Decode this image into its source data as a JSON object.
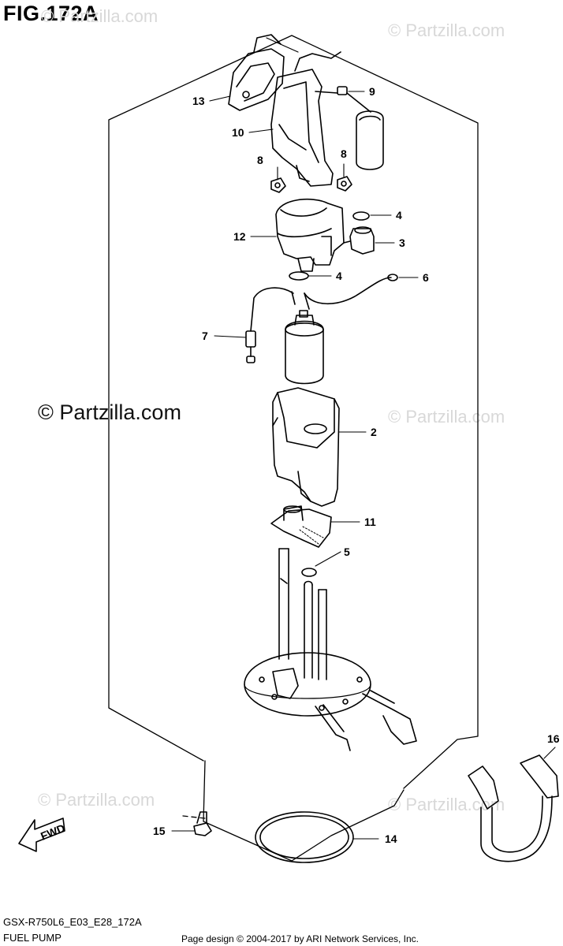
{
  "figure_title": "FIG.172A",
  "watermark_text": "© Partzilla.com",
  "part_labels": {
    "p13": "13",
    "p9": "9",
    "p10": "10",
    "p8a": "8",
    "p8b": "8",
    "p4a": "4",
    "p12": "12",
    "p3": "3",
    "p4b": "4",
    "p6": "6",
    "p7": "7",
    "p2": "2",
    "p11": "11",
    "p5": "5",
    "p16": "16",
    "p15": "15",
    "p14": "14"
  },
  "fwd_label": "FWD",
  "footer": {
    "code": "GSX-R750L6_E03_E28_172A",
    "name": "FUEL PUMP",
    "credit": "Page design © 2004-2017 by ARI Network Services, Inc."
  }
}
